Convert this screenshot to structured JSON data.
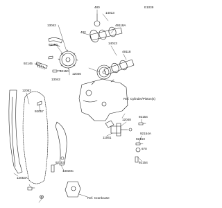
{
  "diagram": {
    "code": "E1039",
    "parts": [
      {
        "id": "p13042a",
        "label": "13042"
      },
      {
        "id": "p92150a",
        "label": "92150"
      },
      {
        "id": "p92145",
        "label": "92145"
      },
      {
        "id": "p92150b",
        "label": "92150"
      },
      {
        "id": "p13042b",
        "label": "13042"
      },
      {
        "id": "p12046",
        "label": "12046"
      },
      {
        "id": "p480",
        "label": "480"
      },
      {
        "id": "p14013a",
        "label": "14013"
      },
      {
        "id": "p49118a",
        "label": "49118A"
      },
      {
        "id": "p14013b",
        "label": "14013"
      },
      {
        "id": "p49118",
        "label": "49118"
      },
      {
        "id": "p482",
        "label": "482"
      },
      {
        "id": "p12053",
        "label": "12053"
      },
      {
        "id": "p92057",
        "label": "92057"
      },
      {
        "id": "p12053a",
        "label": "12053A"
      },
      {
        "id": "p92153a",
        "label": "92153"
      },
      {
        "id": "p13030c",
        "label": "13030C"
      },
      {
        "id": "p92154",
        "label": "92154"
      },
      {
        "id": "p12048",
        "label": "12048"
      },
      {
        "id": "p92154a",
        "label": "92154A"
      },
      {
        "id": "p670",
        "label": "670"
      },
      {
        "id": "p92153b",
        "label": "92153"
      },
      {
        "id": "p11061",
        "label": "11061"
      },
      {
        "id": "p92154b",
        "label": "92154"
      }
    ],
    "references": [
      {
        "id": "ref_cyl",
        "label": "Ref. Cylinder/Piston(s)"
      },
      {
        "id": "ref_crank",
        "label": "Ref. Crankcase"
      }
    ]
  }
}
